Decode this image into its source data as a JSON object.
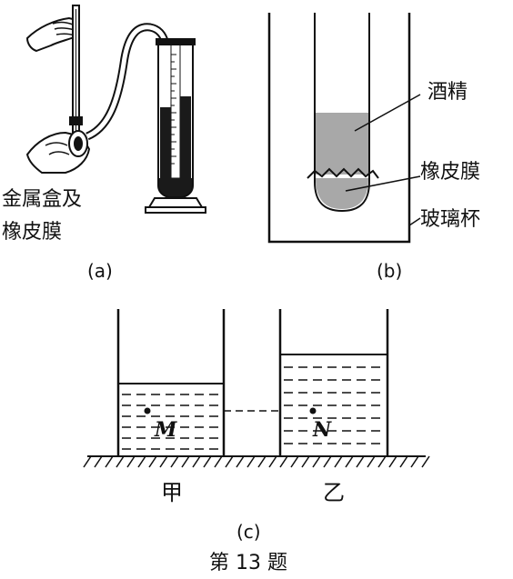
{
  "panel_a": {
    "caption": "(a)",
    "probe_label_line1": "金属盒及",
    "probe_label_line2": "橡皮膜"
  },
  "panel_b": {
    "caption": "(b)",
    "label_alcohol": "酒精",
    "label_membrane": "橡皮膜",
    "label_beaker": "玻璃杯"
  },
  "panel_c": {
    "caption": "(c)",
    "container_left": "甲",
    "container_right": "乙",
    "point_left": "M",
    "point_right": "N"
  },
  "question_label": "第 13 题",
  "colors": {
    "ink": "#111111",
    "liquid_dark": "#1a1a1a",
    "alcohol_gray": "#a8a8a8"
  }
}
